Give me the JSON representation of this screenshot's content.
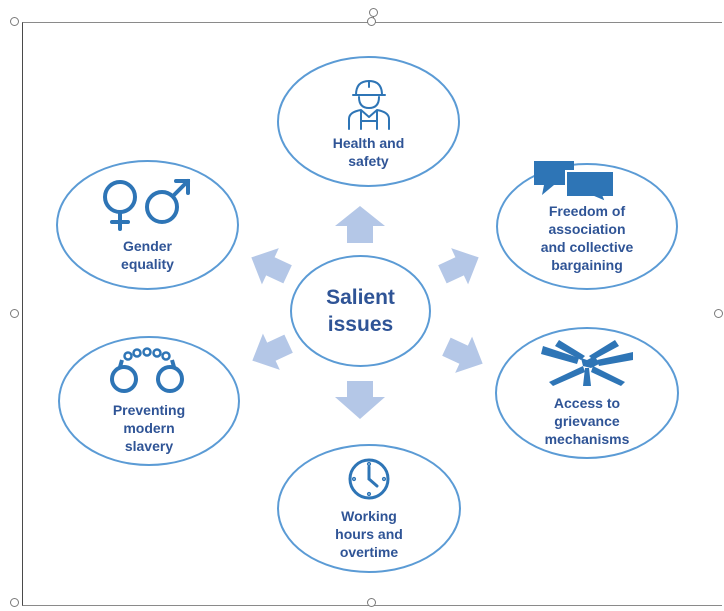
{
  "diagram": {
    "center": {
      "label": "Salient\nissues"
    },
    "nodes": [
      {
        "id": "health",
        "label": "Health and\nsafety",
        "icon": "worker-icon"
      },
      {
        "id": "freedom",
        "label": "Freedom of\nassociation\nand collective\nbargaining",
        "icon": "speech-bubbles-icon"
      },
      {
        "id": "grievance",
        "label": "Access to\ngrievance\nmechanisms",
        "icon": "joined-hands-icon"
      },
      {
        "id": "working-hours",
        "label": "Working\nhours and\novertime",
        "icon": "clock-icon"
      },
      {
        "id": "slavery",
        "label": "Preventing\nmodern\nslavery",
        "icon": "handcuffs-icon"
      },
      {
        "id": "gender",
        "label": "Gender\nequality",
        "icon": "gender-symbols-icon"
      }
    ],
    "colors": {
      "circle_border": "#5b9bd5",
      "text": "#2f5496",
      "icon": "#2e75b6",
      "arrow": "#b4c7e7"
    }
  }
}
